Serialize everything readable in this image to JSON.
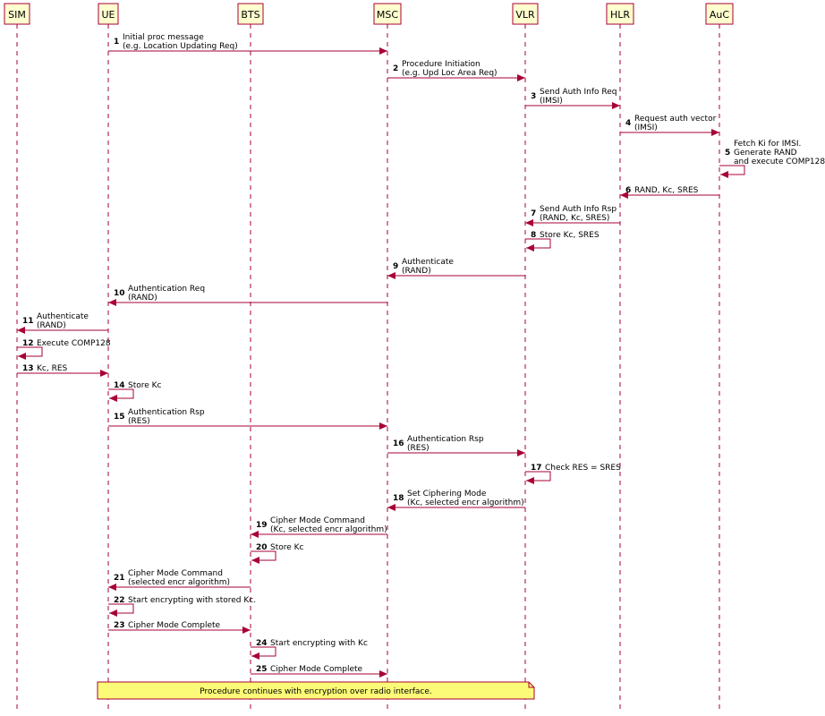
{
  "participants": [
    {
      "id": "SIM",
      "label": "SIM"
    },
    {
      "id": "UE",
      "label": "UE"
    },
    {
      "id": "BTS",
      "label": "BTS"
    },
    {
      "id": "MSC",
      "label": "MSC"
    },
    {
      "id": "VLR",
      "label": "VLR"
    },
    {
      "id": "HLR",
      "label": "HLR"
    },
    {
      "id": "AuC",
      "label": "AuC"
    }
  ],
  "messages": [
    {
      "num": "1",
      "from": "UE",
      "to": "MSC",
      "lines": [
        "Initial proc message",
        "(e.g. Location Updating Req)"
      ]
    },
    {
      "num": "2",
      "from": "MSC",
      "to": "VLR",
      "lines": [
        "Procedure Initiation",
        "(e.g. Upd Loc Area Req)"
      ]
    },
    {
      "num": "3",
      "from": "VLR",
      "to": "HLR",
      "lines": [
        "Send Auth Info Req",
        "(IMSI)"
      ]
    },
    {
      "num": "4",
      "from": "HLR",
      "to": "AuC",
      "lines": [
        "Request auth vector",
        "(IMSI)"
      ]
    },
    {
      "num": "5",
      "from": "AuC",
      "to": "AuC",
      "lines": [
        "Fetch Ki for IMSI.",
        "Generate RAND",
        "and execute COMP128"
      ]
    },
    {
      "num": "6",
      "from": "AuC",
      "to": "HLR",
      "lines": [
        "RAND, Kc, SRES"
      ]
    },
    {
      "num": "7",
      "from": "HLR",
      "to": "VLR",
      "lines": [
        "Send Auth Info Rsp",
        "(RAND, Kc, SRES)"
      ]
    },
    {
      "num": "8",
      "from": "VLR",
      "to": "VLR",
      "lines": [
        "Store Kc, SRES"
      ]
    },
    {
      "num": "9",
      "from": "VLR",
      "to": "MSC",
      "lines": [
        "Authenticate",
        "(RAND)"
      ]
    },
    {
      "num": "10",
      "from": "MSC",
      "to": "UE",
      "lines": [
        "Authentication Req",
        "(RAND)"
      ]
    },
    {
      "num": "11",
      "from": "UE",
      "to": "SIM",
      "lines": [
        "Authenticate",
        "(RAND)"
      ]
    },
    {
      "num": "12",
      "from": "SIM",
      "to": "SIM",
      "lines": [
        "Execute COMP128"
      ]
    },
    {
      "num": "13",
      "from": "SIM",
      "to": "UE",
      "lines": [
        "Kc, RES"
      ]
    },
    {
      "num": "14",
      "from": "UE",
      "to": "UE",
      "lines": [
        "Store Kc"
      ]
    },
    {
      "num": "15",
      "from": "UE",
      "to": "MSC",
      "lines": [
        "Authentication Rsp",
        "(RES)"
      ]
    },
    {
      "num": "16",
      "from": "MSC",
      "to": "VLR",
      "lines": [
        "Authentication Rsp",
        "(RES)"
      ]
    },
    {
      "num": "17",
      "from": "VLR",
      "to": "VLR",
      "lines": [
        "Check RES = SRES"
      ]
    },
    {
      "num": "18",
      "from": "VLR",
      "to": "MSC",
      "lines": [
        "Set Ciphering Mode",
        "(Kc, selected encr algorithm)"
      ]
    },
    {
      "num": "19",
      "from": "MSC",
      "to": "BTS",
      "lines": [
        "Cipher Mode Command",
        "(Kc, selected encr algorithm)"
      ]
    },
    {
      "num": "20",
      "from": "BTS",
      "to": "BTS",
      "lines": [
        "Store Kc"
      ]
    },
    {
      "num": "21",
      "from": "BTS",
      "to": "UE",
      "lines": [
        "Cipher Mode Command",
        "(selected encr algorithm)"
      ]
    },
    {
      "num": "22",
      "from": "UE",
      "to": "UE",
      "lines": [
        "Start encrypting with stored Kc."
      ]
    },
    {
      "num": "23",
      "from": "UE",
      "to": "BTS",
      "lines": [
        "Cipher Mode Complete"
      ]
    },
    {
      "num": "24",
      "from": "BTS",
      "to": "BTS",
      "lines": [
        "Start encrypting with Kc"
      ]
    },
    {
      "num": "25",
      "from": "BTS",
      "to": "MSC",
      "lines": [
        "Cipher Mode Complete"
      ]
    }
  ],
  "note": {
    "text": "Procedure continues with encryption over radio interface.",
    "from": "UE",
    "to": "VLR"
  },
  "colors": {
    "line": "#a80036",
    "participant_fill": "#fefece",
    "note_fill": "#fbfb77"
  }
}
